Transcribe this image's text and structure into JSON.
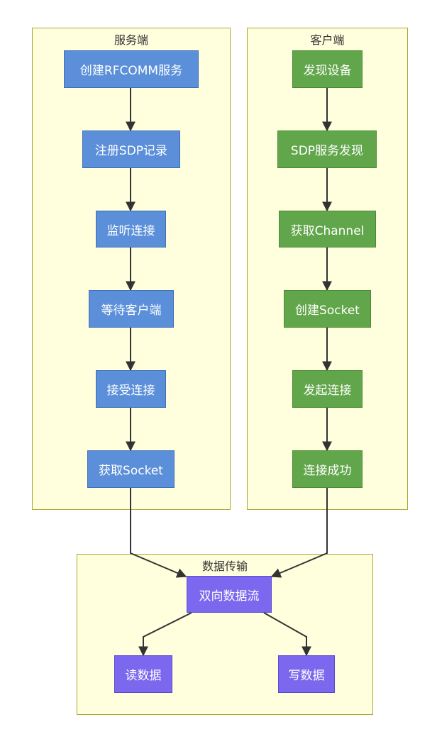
{
  "clusters": {
    "server": {
      "title": "服务端"
    },
    "client": {
      "title": "客户端"
    },
    "data": {
      "title": "数据传输"
    }
  },
  "nodes": {
    "server_create": "创建RFCOMM服务",
    "server_register": "注册SDP记录",
    "server_listen": "监听连接",
    "server_wait": "等待客户端",
    "server_accept": "接受连接",
    "server_socket": "获取Socket",
    "client_discover": "发现设备",
    "client_sdp": "SDP服务发现",
    "client_channel": "获取Channel",
    "client_socket": "创建Socket",
    "client_connect": "发起连接",
    "client_success": "连接成功",
    "data_flow": "双向数据流",
    "data_read": "读数据",
    "data_write": "写数据"
  },
  "colors": {
    "cluster_fill": "#ffffde",
    "cluster_border": "#aaaa33",
    "server_node": "#5b8fd9",
    "client_node": "#62a64b",
    "data_node": "#7b68ee",
    "edge": "#333333"
  }
}
